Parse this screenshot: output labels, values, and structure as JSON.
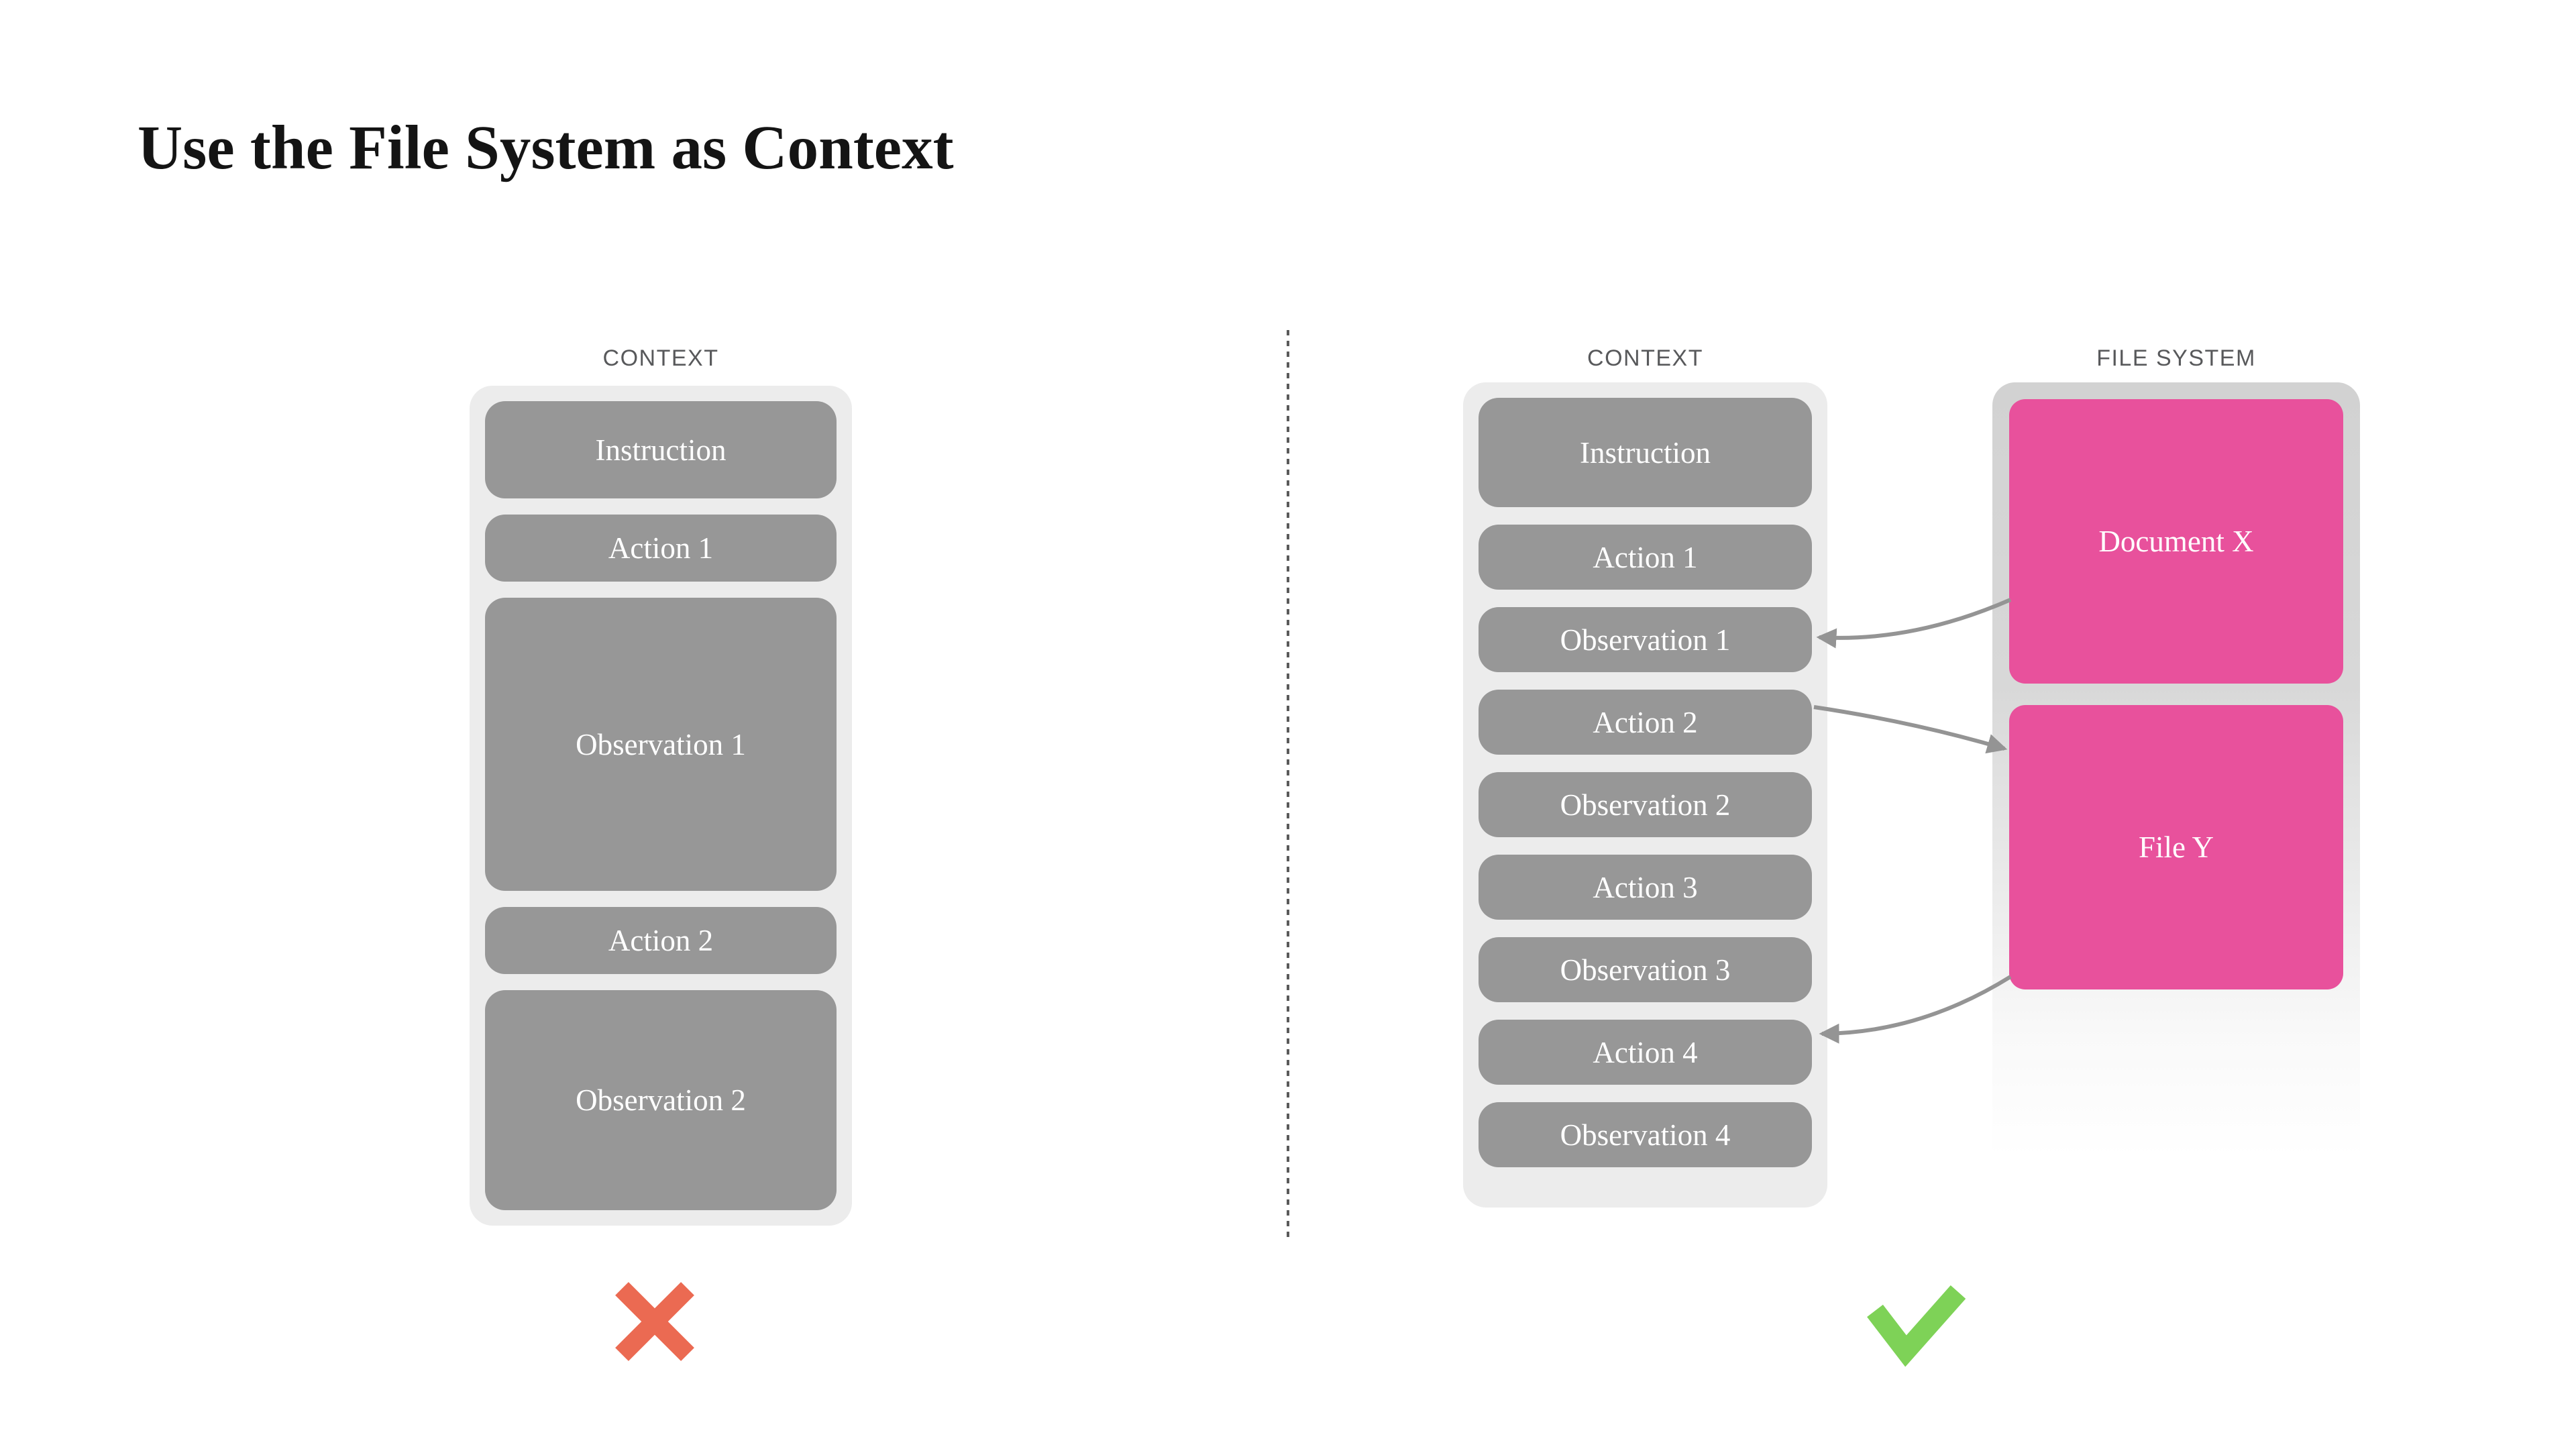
{
  "title": "Use the File System as Context",
  "left_panel": {
    "label": "CONTEXT",
    "boxes": [
      "Instruction",
      "Action 1",
      "Observation 1",
      "Action 2",
      "Observation 2"
    ],
    "verdict": "cross"
  },
  "right_panel": {
    "context": {
      "label": "CONTEXT",
      "boxes": [
        "Instruction",
        "Action 1",
        "Observation 1",
        "Action 2",
        "Observation 2",
        "Action 3",
        "Observation 3",
        "Action 4",
        "Observation 4"
      ]
    },
    "file_system": {
      "label": "FILE SYSTEM",
      "files": [
        "Document X",
        "File Y"
      ]
    },
    "arrows": [
      {
        "from": "Document X",
        "to": "Observation 1"
      },
      {
        "from": "Action 2",
        "to": "File Y"
      },
      {
        "from": "File Y",
        "to": "Action 4"
      }
    ],
    "verdict": "check"
  },
  "colors": {
    "box_gray": "#979797",
    "context_panel_bg": "#ececec",
    "file_panel_top_gray": "#d2d2d2",
    "pink": "#e8519c",
    "cross_red": "#eb6a52",
    "check_green": "#7ed257",
    "label_gray": "#58595b",
    "arrow_gray": "#949494",
    "divider_gray": "#5a5a5a",
    "title_color": "#141414"
  }
}
